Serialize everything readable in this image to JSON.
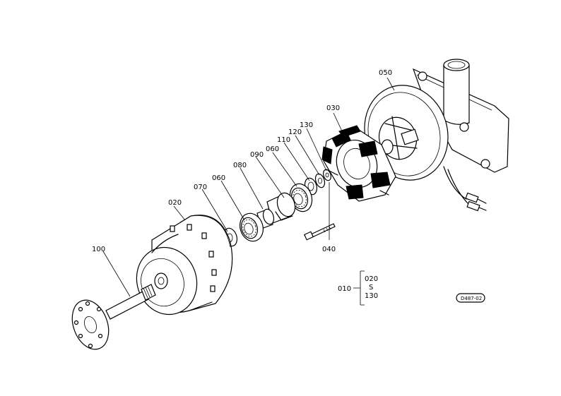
{
  "parts": {
    "p100": "100",
    "p020": "020",
    "p070": "070",
    "p060a": "060",
    "p080": "080",
    "p090": "090",
    "p060b": "060",
    "p110": "110",
    "p120": "120",
    "p130": "130",
    "p030": "030",
    "p050": "050",
    "p040": "040"
  },
  "assembly": {
    "id": "010",
    "range_start": "020",
    "range_sep": "S",
    "range_end": "130"
  },
  "drawing_code": "D487-02"
}
